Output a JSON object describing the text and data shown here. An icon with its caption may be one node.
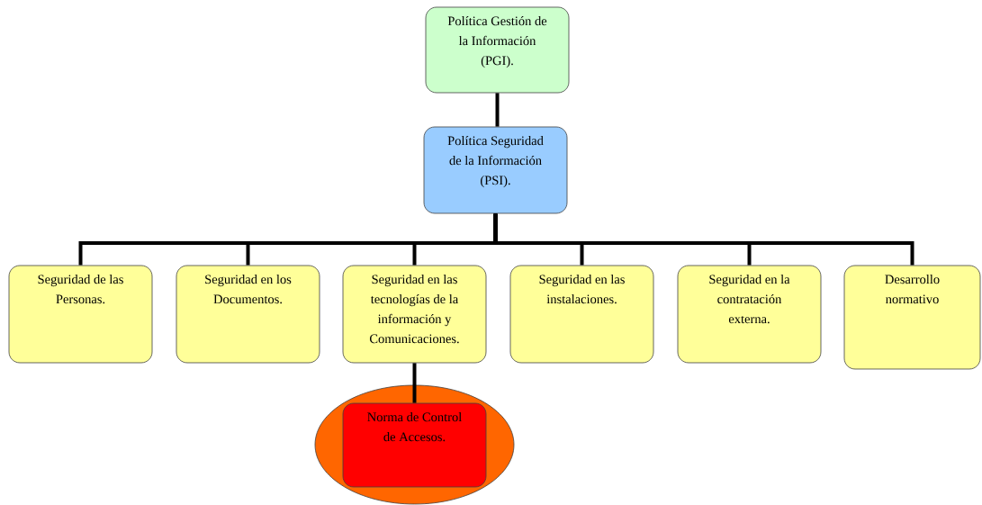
{
  "diagram": {
    "nodes": [
      {
        "text": [
          "Política Gestión de la Información (PGI)."
        ]
      },
      {
        "text": [
          "Política Seguridad de la Información (PSI)."
        ]
      },
      {
        "text": [
          "Seguridad de las Personas."
        ]
      },
      {
        "text": [
          "Seguridad en los Documentos."
        ]
      },
      {
        "text": [
          "Seguridad en las tecnologías de la información y Comunicaciones."
        ]
      },
      {
        "text": [
          "Seguridad en las instalaciones."
        ]
      },
      {
        "text": [
          "Seguridad en la contratación externa."
        ]
      },
      {
        "text": [
          "Desarrollo normativo"
        ]
      },
      {
        "text": [],
        "shape": "ellipse"
      },
      {
        "text": [
          "Norma de Control de Accesos."
        ],
        "in": 8
      }
    ],
    "edges": [
      {
        "from": 0,
        "to": 1,
        "arrow": "none"
      },
      {
        "from": 1,
        "to": 2,
        "arrow": "none"
      },
      {
        "from": 1,
        "to": 3,
        "arrow": "none"
      },
      {
        "from": 1,
        "to": 4,
        "arrow": "none"
      },
      {
        "from": 1,
        "to": 5,
        "arrow": "none"
      },
      {
        "from": 1,
        "to": 6,
        "arrow": "none"
      },
      {
        "from": 1,
        "to": 7,
        "arrow": "none"
      },
      {
        "from": 4,
        "to": 9,
        "arrow": "none"
      }
    ]
  }
}
